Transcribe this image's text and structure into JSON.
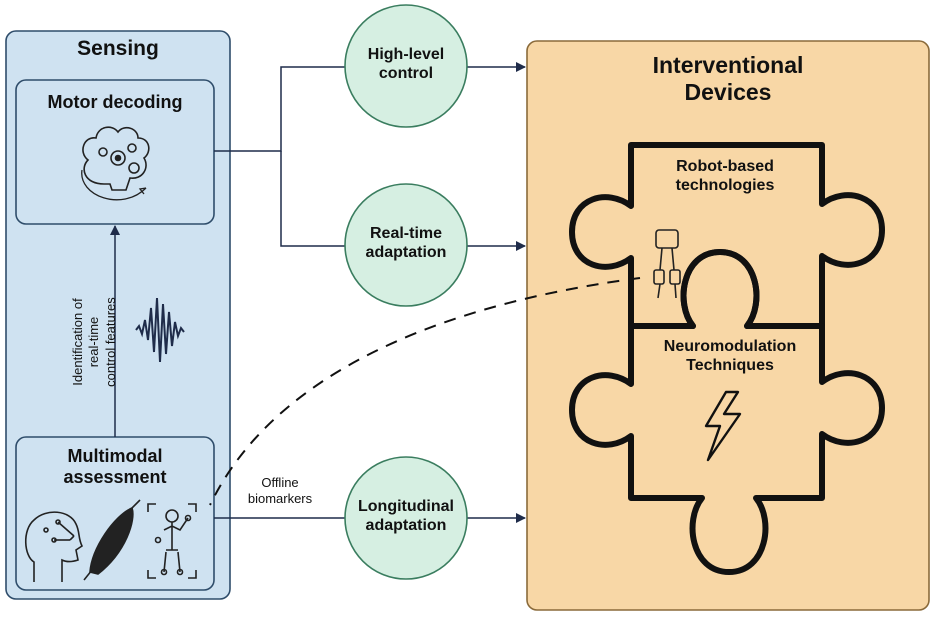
{
  "sensing": {
    "title": "Sensing",
    "motor_decoding": "Motor decoding",
    "multimodal_assessment": "Multimodal\nassessment",
    "identification_label": "Identification of\nreal-time\ncontrol features"
  },
  "nodes": {
    "high_level": "High-level\ncontrol",
    "real_time": "Real-time\nadaptation",
    "longitudinal": "Longitudinal\nadaptation"
  },
  "offline_label": "Offline\nbiomarkers",
  "devices": {
    "title": "Interventional\nDevices",
    "robot": "Robot-based\ntechnologies",
    "neuro": "Neuromodulation\nTechniques"
  },
  "colors": {
    "sensing_fill": "#cfe2f1",
    "sensing_stroke": "#2f4d6b",
    "node_fill": "#d6efe2",
    "node_stroke": "#3a7d5f",
    "devices_fill": "#f8d7a6",
    "devices_stroke": "#8a6a3a",
    "arrow": "#1f2c4a"
  },
  "icons": [
    "brain-gears-icon",
    "wave-signal-icon",
    "head-sensor-icon",
    "muscle-icon",
    "motion-capture-icon",
    "exoskeleton-icon",
    "lightning-icon"
  ]
}
